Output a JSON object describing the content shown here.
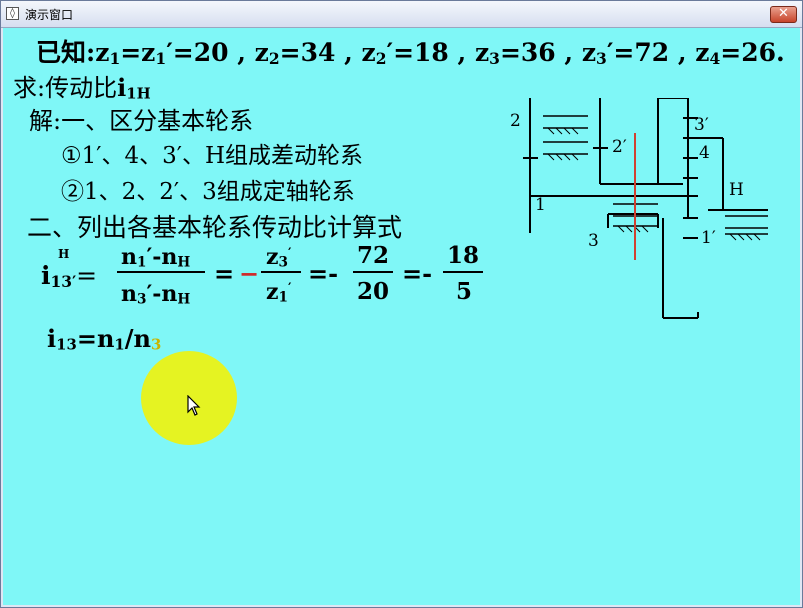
{
  "window": {
    "title": "演示窗口",
    "close_label": "✕"
  },
  "slide": {
    "given": {
      "prefix": "已知:",
      "parts": [
        "z",
        "1",
        "=z",
        "1",
        "′=20 , ",
        "z",
        "2",
        "=34 , ",
        "z",
        "2",
        "′=18 , ",
        "z",
        "3",
        "=36 , ",
        "z",
        "3",
        "′=72 , ",
        "z",
        "4",
        "=26."
      ]
    },
    "ask": {
      "prefix": "求:传动比",
      "i": "i",
      "sub": "1H"
    },
    "sol_header": "解:一、区分基本轮系",
    "item1": "①1′、4、3′、H组成差动轮系",
    "item2": "②1、2、2′、3组成定轴轮系",
    "step2": "二、列出各基本轮系传动比计算式",
    "formula": {
      "lhs_i": "i",
      "lhs_sub": "13′",
      "lhs_sup": "H",
      "num1": "n",
      "num1_sub": "1",
      "num1_rest": "′-n",
      "num1_sub2": "H",
      "den1": "n",
      "den1_sub": "3",
      "den1_rest": "′-n",
      "den1_sub2": "H",
      "eq": "=",
      "minus_red": "−",
      "num2": "z",
      "num2_sub": "3",
      "num2_tick": "′",
      "den2": "z",
      "den2_sub": "1",
      "den2_tick": "′",
      "eq_minus": "=-",
      "num3": "72",
      "den3": "20",
      "num4": "18",
      "den4": "5"
    },
    "eq2": {
      "i": "i",
      "sub": "13",
      "rest": "=n",
      "n1sub": "1",
      "slash": "/n",
      "n3sub": "3"
    }
  },
  "diagram": {
    "labels": {
      "l2": "2",
      "l2p": "2′",
      "l3p": "3′",
      "l4": "4",
      "l1": "1",
      "lH": "H",
      "l1p": "1′",
      "l3": "3"
    },
    "colors": {
      "shaft": "#d04030",
      "line": "#000000"
    }
  },
  "colors": {
    "background": "#7ff7f7",
    "highlight": "#eef20f"
  }
}
